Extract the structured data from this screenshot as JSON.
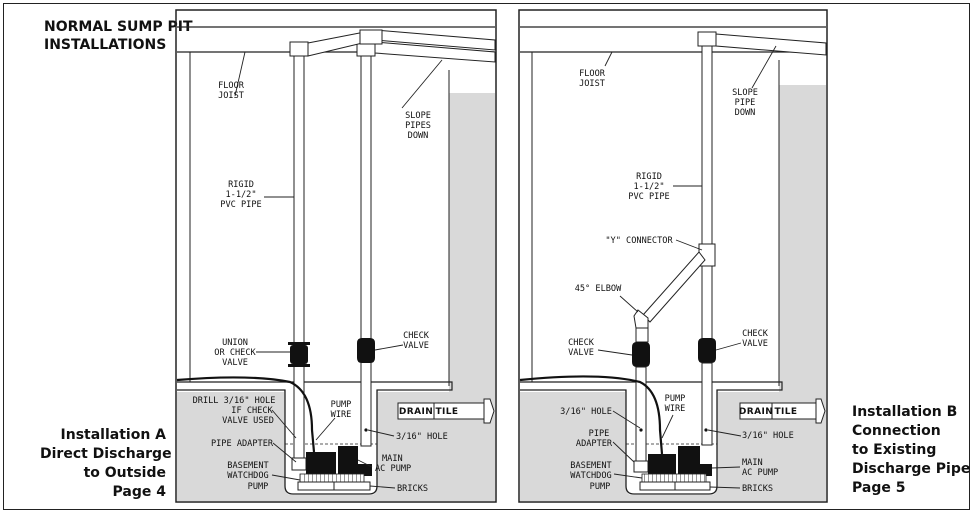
{
  "main_title": [
    "NORMAL SUMP PIT",
    "INSTALLATIONS"
  ],
  "install_a": {
    "caption": [
      "Installation A",
      "Direct Discharge",
      "to Outside",
      "Page 4"
    ],
    "labels": {
      "floor_joist": [
        "FLOOR",
        "JOIST"
      ],
      "slope": [
        "SLOPE",
        "PIPES",
        "DOWN"
      ],
      "rigid": [
        "RIGID",
        "1-1/2\"",
        "PVC PIPE"
      ],
      "union": [
        "UNION",
        "OR CHECK",
        "VALVE"
      ],
      "check": [
        "CHECK",
        "VALVE"
      ],
      "drill": [
        "DRILL 3/16\" HOLE",
        "IF CHECK",
        "VALVE USED"
      ],
      "pump_wire": [
        "PUMP",
        "WIRE"
      ],
      "drain": "DRAIN",
      "tile": "TILE",
      "hole": "3/16\" HOLE",
      "adapter": [
        "PIPE ADAPTER"
      ],
      "main_pump": [
        "MAIN",
        "AC PUMP"
      ],
      "basement": [
        "BASEMENT",
        "WATCHDOG",
        "PUMP"
      ],
      "bricks": "BRICKS"
    }
  },
  "install_b": {
    "caption": [
      "Installation B",
      "Connection",
      "to Existing",
      "Discharge Pipe",
      "Page 5"
    ],
    "labels": {
      "floor_joist": [
        "FLOOR",
        "JOIST"
      ],
      "slope": [
        "SLOPE",
        "PIPE",
        "DOWN"
      ],
      "rigid": [
        "RIGID",
        "1-1/2\"",
        "PVC PIPE"
      ],
      "y_connector": "\"Y\" CONNECTOR",
      "elbow": "45° ELBOW",
      "check_left": [
        "CHECK",
        "VALVE"
      ],
      "check_right": [
        "CHECK",
        "VALVE"
      ],
      "hole_left": "3/16\" HOLE",
      "pump_wire": [
        "PUMP",
        "WIRE"
      ],
      "drain": "DRAIN",
      "tile": "TILE",
      "hole_right": "3/16\" HOLE",
      "adapter": [
        "PIPE",
        "ADAPTER"
      ],
      "main_pump": [
        "MAIN",
        "AC PUMP"
      ],
      "basement": [
        "BASEMENT",
        "WATCHDOG",
        "PUMP"
      ],
      "bricks": "BRICKS"
    }
  }
}
